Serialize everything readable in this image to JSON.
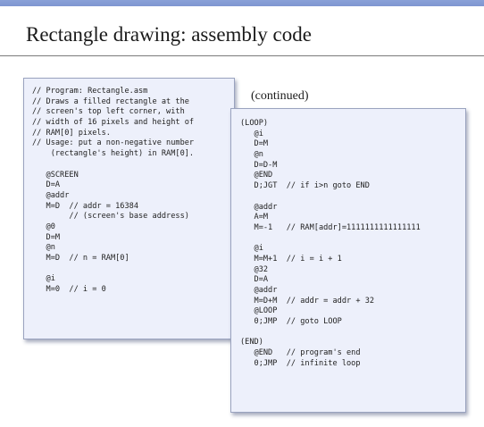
{
  "slide": {
    "title": "Rectangle drawing: assembly code",
    "continued_label": "(continued)"
  },
  "left_code": [
    "// Program: Rectangle.asm",
    "// Draws a filled rectangle at the",
    "// screen's top left corner, with",
    "// width of 16 pixels and height of",
    "// RAM[0] pixels.",
    "// Usage: put a non-negative number",
    "    (rectangle's height) in RAM[0].",
    "",
    "   @SCREEN",
    "   D=A",
    "   @addr",
    "   M=D  // addr = 16384",
    "        // (screen's base address)",
    "   @0",
    "   D=M",
    "   @n",
    "   M=D  // n = RAM[0]",
    "",
    "   @i",
    "   M=0  // i = 0"
  ],
  "right_code": [
    "(LOOP)",
    "   @i",
    "   D=M",
    "   @n",
    "   D=D-M",
    "   @END",
    "   D;JGT  // if i>n goto END",
    "",
    "   @addr",
    "   A=M",
    "   M=-1   // RAM[addr]=1111111111111111",
    "",
    "   @i",
    "   M=M+1  // i = i + 1",
    "   @32",
    "   D=A",
    "   @addr",
    "   M=D+M  // addr = addr + 32",
    "   @LOOP",
    "   0;JMP  // goto LOOP",
    "",
    "(END)",
    "   @END   // program's end",
    "   0;JMP  // infinite loop"
  ]
}
